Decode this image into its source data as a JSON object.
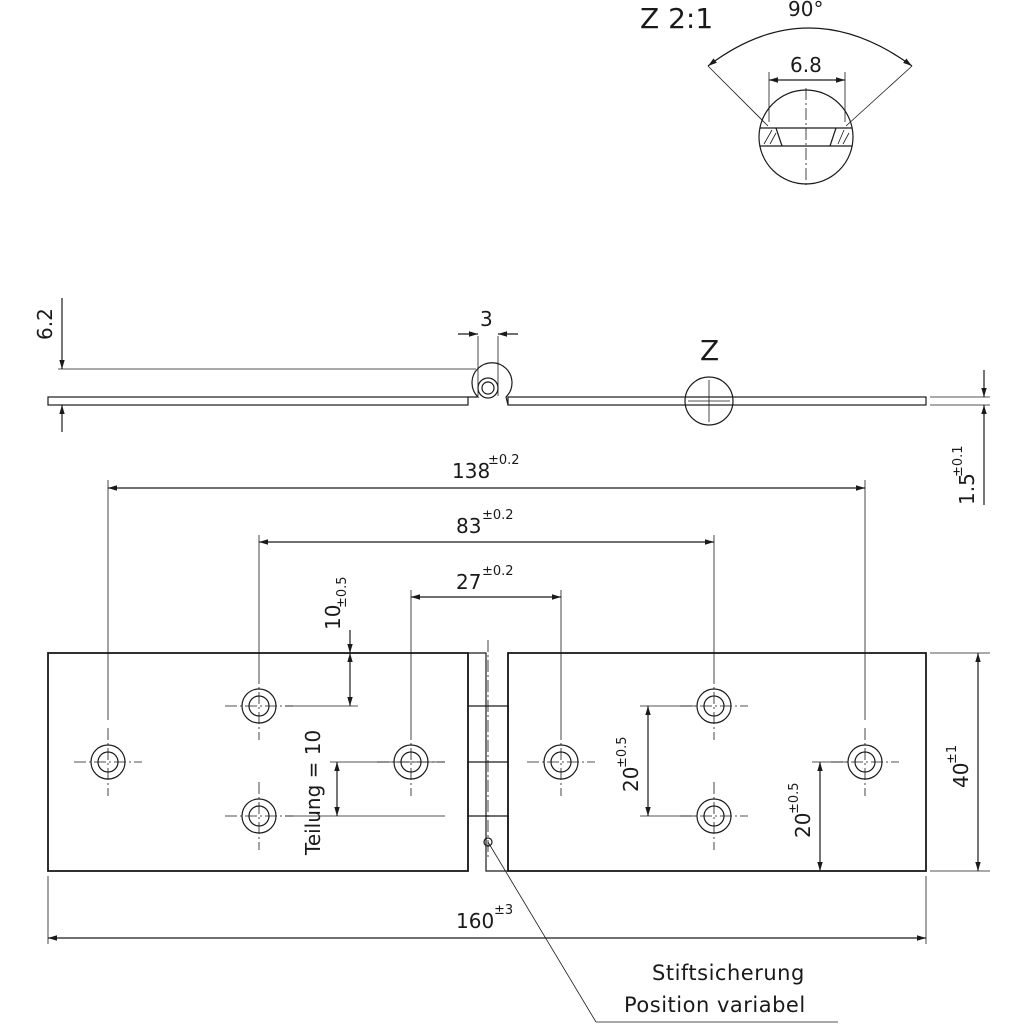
{
  "detail": {
    "label": "Z 2:1",
    "angle": "90°",
    "width": "6.8"
  },
  "side_view": {
    "marker": "Z",
    "thickness_top": "6.2",
    "pin_dia": "3",
    "plate_base": "1.5",
    "plate_tol": "±0.1"
  },
  "plan_view": {
    "dim_138": {
      "value": "138",
      "tol": "±0.2"
    },
    "dim_83": {
      "value": "83",
      "tol": "±0.2"
    },
    "dim_27": {
      "value": "27",
      "tol": "±0.2"
    },
    "dim_10": {
      "value": "10",
      "tol": "±0.5"
    },
    "pitch": "Teilung = 10",
    "dim_20a": {
      "value": "20",
      "tol": "±0.5"
    },
    "dim_20b": {
      "value": "20",
      "tol": "±0.5"
    },
    "dim_40": {
      "value": "40",
      "tol": "±1"
    },
    "dim_160": {
      "value": "160",
      "tol": "±3"
    }
  },
  "callout": {
    "line1": "Stiftsicherung",
    "line2": "Position variabel"
  }
}
